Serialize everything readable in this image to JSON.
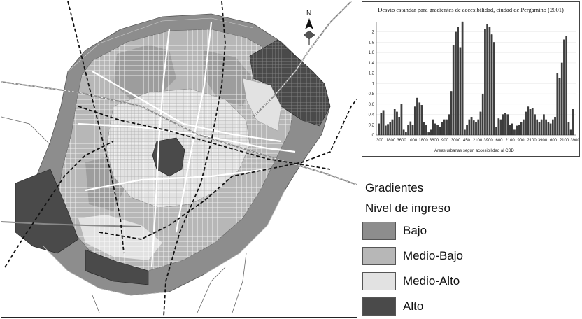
{
  "colors": {
    "bajo": "#8d8d8d",
    "medio_bajo": "#b7b7b7",
    "medio_alto": "#e2e2e2",
    "alto": "#4a4a4a"
  },
  "legend": {
    "gradients_label": "Gradientes",
    "income_label": "Nivel de ingreso",
    "items": [
      {
        "label": "Bajo",
        "color": "#8d8d8d"
      },
      {
        "label": "Medio-Bajo",
        "color": "#b7b7b7"
      },
      {
        "label": "Medio-Alto",
        "color": "#e2e2e2"
      },
      {
        "label": "Alto",
        "color": "#4a4a4a"
      }
    ]
  },
  "map": {
    "north_label": "N",
    "north_arrow_icon": "north-arrow-icon"
  },
  "chart_data": {
    "type": "bar",
    "title": "Desvío estándar para gradientes de accesibilidad, ciudad de Pergamino (2001)",
    "xlabel": "Areas urbanas según accesibilidad al CBD",
    "ylabel": "",
    "ylim": [
      0,
      2.2
    ],
    "yticks": [
      0,
      0.2,
      0.4,
      0.6,
      0.8,
      1,
      1.2,
      1.4,
      1.6,
      1.8,
      2
    ],
    "ytick_labels": [
      "0",
      "0.2",
      "0.4",
      "0.6",
      "0.8",
      "1",
      "1.2",
      "1.4",
      "1.6",
      "1.8",
      "2"
    ],
    "xtick_labels": [
      "300",
      "1800",
      "3600",
      "1000",
      "1800",
      "3600",
      "900",
      "3000",
      "450",
      "2100",
      "3900",
      "600",
      "2100",
      "900",
      "2100",
      "3900",
      "600",
      "2100",
      "3900"
    ],
    "values": [
      0.22,
      0.42,
      0.48,
      0.18,
      0.21,
      0.25,
      0.3,
      0.5,
      0.45,
      0.35,
      0.6,
      0.1,
      0.05,
      0.2,
      0.26,
      0.2,
      0.55,
      0.72,
      0.63,
      0.58,
      0.25,
      0.2,
      0.05,
      0.1,
      0.3,
      0.22,
      0.2,
      0.15,
      0.25,
      0.3,
      0.3,
      0.4,
      0.85,
      1.75,
      2.0,
      2.1,
      1.7,
      2.2,
      0.1,
      0.2,
      0.3,
      0.35,
      0.28,
      0.25,
      0.3,
      0.45,
      0.8,
      2.05,
      2.15,
      2.1,
      1.95,
      1.8,
      0.15,
      0.32,
      0.3,
      0.4,
      0.42,
      0.4,
      0.2,
      0.22,
      0.1,
      0.18,
      0.2,
      0.25,
      0.3,
      0.45,
      0.55,
      0.5,
      0.52,
      0.4,
      0.3,
      0.25,
      0.3,
      0.4,
      0.3,
      0.25,
      0.22,
      0.3,
      0.35,
      1.2,
      1.1,
      1.4,
      1.85,
      1.92,
      0.25,
      0.1,
      0.5
    ]
  }
}
